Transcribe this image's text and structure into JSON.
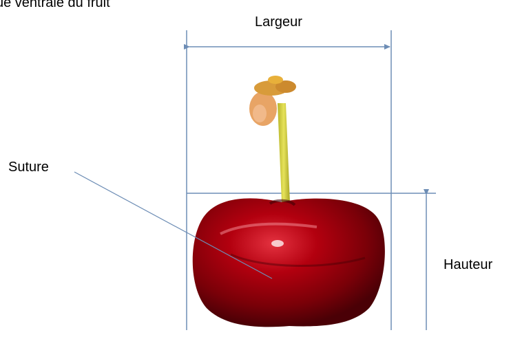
{
  "caption": "ue ventrale du fruit",
  "labels": {
    "width": "Largeur",
    "suture": "Suture",
    "height": "Hauteur"
  },
  "colors": {
    "measure_line": "#6d8db5",
    "cherry_dark": "#5a0008",
    "cherry_mid": "#a5000f",
    "cherry_light": "#e0303a",
    "stem": "#d7d23a",
    "flower": "#e59a54"
  }
}
